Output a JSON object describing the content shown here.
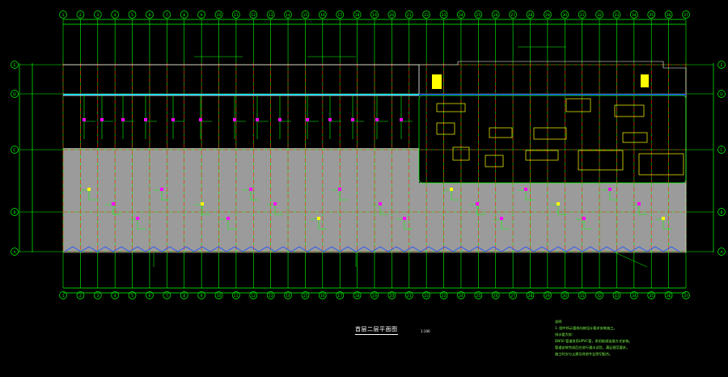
{
  "drawing": {
    "title": "首层二层平面图",
    "scale": "1:100",
    "notes_heading": "说明",
    "notes": [
      "1. 图中所示管线均按设计要求安装施工。",
      "",
      "排水管大样：",
      "DN50 管道采用UPVC管，采用粘接连接方式安装。",
      "管道安装完成后应进行通水试验，满足规范要求。",
      "施工时应与土建及其他专业密切配合。"
    ]
  },
  "grid": {
    "columns": [
      "1",
      "2",
      "3",
      "4",
      "5",
      "6",
      "7",
      "8",
      "9",
      "10",
      "11",
      "12",
      "13",
      "14",
      "15",
      "16",
      "17",
      "18",
      "19",
      "20",
      "21",
      "22",
      "23",
      "24",
      "25",
      "26",
      "27",
      "28",
      "29",
      "30",
      "31",
      "32",
      "33",
      "34",
      "35",
      "36",
      "37"
    ],
    "rows": [
      "E",
      "D",
      "C",
      "B",
      "A"
    ]
  },
  "colors": {
    "background": "#000000",
    "grid_line": "#00ff00",
    "axis_line": "#ff2020",
    "fill_area": "#9b9b9b",
    "pipe_blue": "#2050ff",
    "pipe_cyan": "#00e0ff",
    "equipment": "#ffff00",
    "marker_magenta": "#ff00ff",
    "text_white": "#ffffff"
  }
}
